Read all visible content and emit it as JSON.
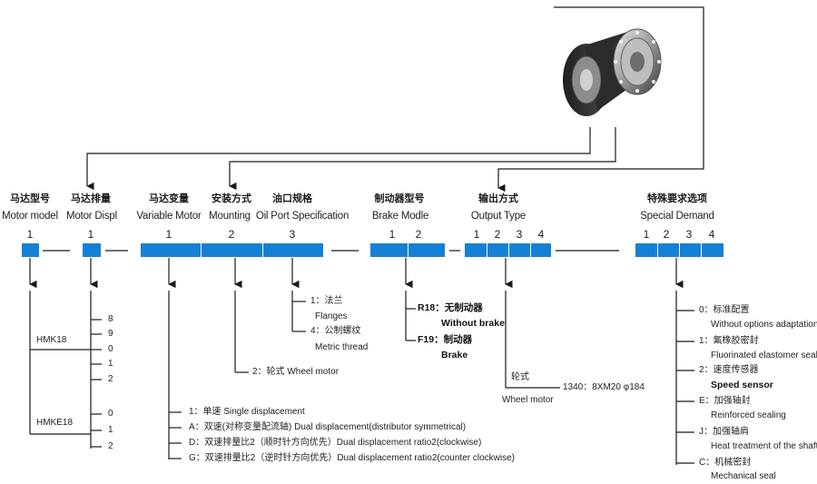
{
  "image_alt": "hydraulic wheel motor",
  "columns": [
    {
      "cn": "马达型号",
      "en": "Motor model",
      "nums": [
        "1"
      ]
    },
    {
      "cn": "马达排量",
      "en": "Motor Displ",
      "nums": [
        "1"
      ]
    },
    {
      "cn": "马达变量",
      "en": "Variable Motor",
      "nums": [
        "1"
      ]
    },
    {
      "cn": "安装方式",
      "en": "Mounting",
      "nums": [
        "2"
      ]
    },
    {
      "cn": "油口规格",
      "en": "Oil Port Specification",
      "nums": [
        "3"
      ]
    },
    {
      "cn": "制动器型号",
      "en": "Brake Modle",
      "nums": [
        "1",
        "2"
      ]
    },
    {
      "cn": "输出方式",
      "en": "Output Type",
      "nums": [
        "1",
        "2",
        "3",
        "4"
      ]
    },
    {
      "cn": "特殊要求选项",
      "en": "Special Demand",
      "nums": [
        "1",
        "2",
        "3",
        "4"
      ]
    }
  ],
  "motor_models": [
    {
      "label": "HMK18",
      "displacements": [
        "8",
        "9",
        "0",
        "1",
        "2"
      ]
    },
    {
      "label": "HMKE18",
      "displacements": [
        "0",
        "1",
        "2"
      ]
    }
  ],
  "variable_options": [
    "1：单速 Single displacement",
    "A：双速(对称变量配流轴) Dual displacement(distributor symmetrical)",
    "D：双速排量比2（顺时针方向优先）Dual displacement ratio2(clockwise)",
    "G：双速排量比2（逆时针方向优先）Dual displacement ratio2(counter clockwise)"
  ],
  "mounting_option": "2：轮式 Wheel motor",
  "port_options": [
    {
      "cn": "1：法兰",
      "en": "Flanges"
    },
    {
      "cn": "4：公制螺纹",
      "en": "Metric thread"
    }
  ],
  "brake_options": [
    {
      "code": "R18：无制动器",
      "en": "Without brake"
    },
    {
      "code": "F19：制动器",
      "en": "Brake"
    }
  ],
  "output": {
    "cn": "轮式",
    "en": "Wheel motor",
    "spec": "1340：8XM20 φ184"
  },
  "special_options": [
    {
      "cn": "0：标准配置",
      "en": "Without options adaptations",
      "bold": false
    },
    {
      "cn": "1：氟橡胶密封",
      "en": "Fluorinated elastomer seals",
      "bold": false
    },
    {
      "cn": "2：速度传感器",
      "en": "Speed sensor",
      "bold": true
    },
    {
      "cn": "E：加强轴封",
      "en": "Reinforced sealing",
      "bold": false
    },
    {
      "cn": "J：加强轴肩",
      "en": "Heat treatment of the shaft",
      "bold": false
    },
    {
      "cn": "C：机械密封",
      "en": "Mechanical seal",
      "bold": false
    }
  ],
  "colors": {
    "bar": "#1481d6",
    "line": "#1a1a1a"
  }
}
